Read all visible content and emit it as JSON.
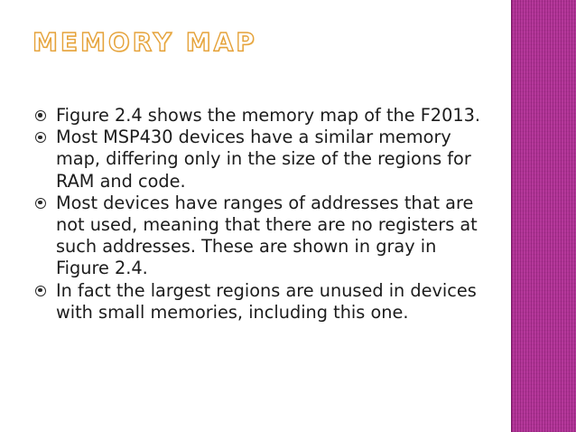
{
  "slide": {
    "title": "MEMORY MAP",
    "bullets": [
      "Figure 2.4 shows the memory map of the F2013.",
      "Most MSP430 devices have a similar memory map, differing only in the size of the regions for RAM and code.",
      "Most devices have ranges of addresses that are not used, meaning that there are no registers at such addresses. These are shown in gray in Figure 2.4.",
      "In fact the largest regions are unused in devices with small memories, including this one."
    ]
  },
  "theme": {
    "title_color": "#e5a23a",
    "accent_strip_color": "#b02c94",
    "text_color": "#1c1c1c",
    "bullet_icon": "circled-dot-icon"
  }
}
